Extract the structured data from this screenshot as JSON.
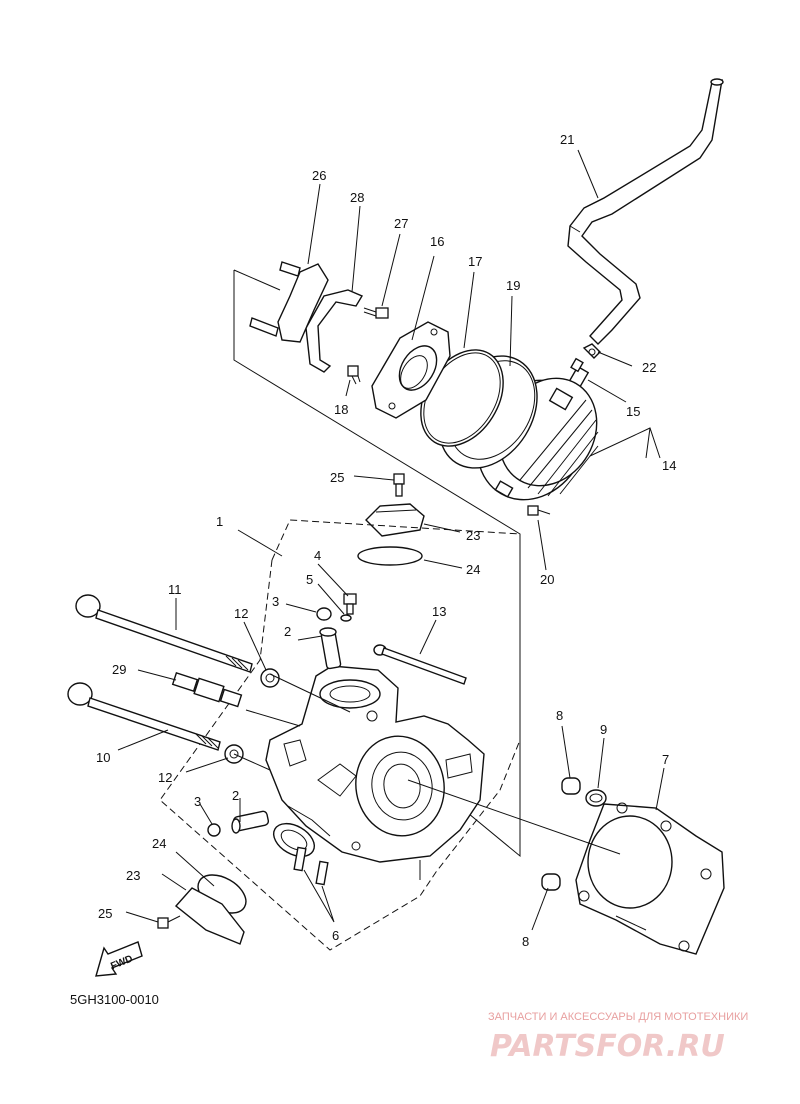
{
  "diagram_code": "5GH3100-0010",
  "watermark": {
    "tagline": "ЗАПЧАСТИ И АКСЕССУАРЫ ДЛЯ МОТОТЕХНИКИ",
    "brand": "PARTSFOR.RU"
  },
  "direction_marker": "FWD",
  "callouts": {
    "c1": "1",
    "c2a": "2",
    "c2b": "2",
    "c3a": "3",
    "c3b": "3",
    "c4": "4",
    "c5": "5",
    "c6": "6",
    "c7": "7",
    "c8a": "8",
    "c8b": "8",
    "c9": "9",
    "c10": "10",
    "c11": "11",
    "c12a": "12",
    "c12b": "12",
    "c13": "13",
    "c14": "14",
    "c15": "15",
    "c16": "16",
    "c17": "17",
    "c18": "18",
    "c19": "19",
    "c20": "20",
    "c21": "21",
    "c22": "22",
    "c23a": "23",
    "c23b": "23",
    "c24a": "24",
    "c24b": "24",
    "c25a": "25",
    "c25b": "25",
    "c26": "26",
    "c27": "27",
    "c28": "28",
    "c29": "29"
  }
}
